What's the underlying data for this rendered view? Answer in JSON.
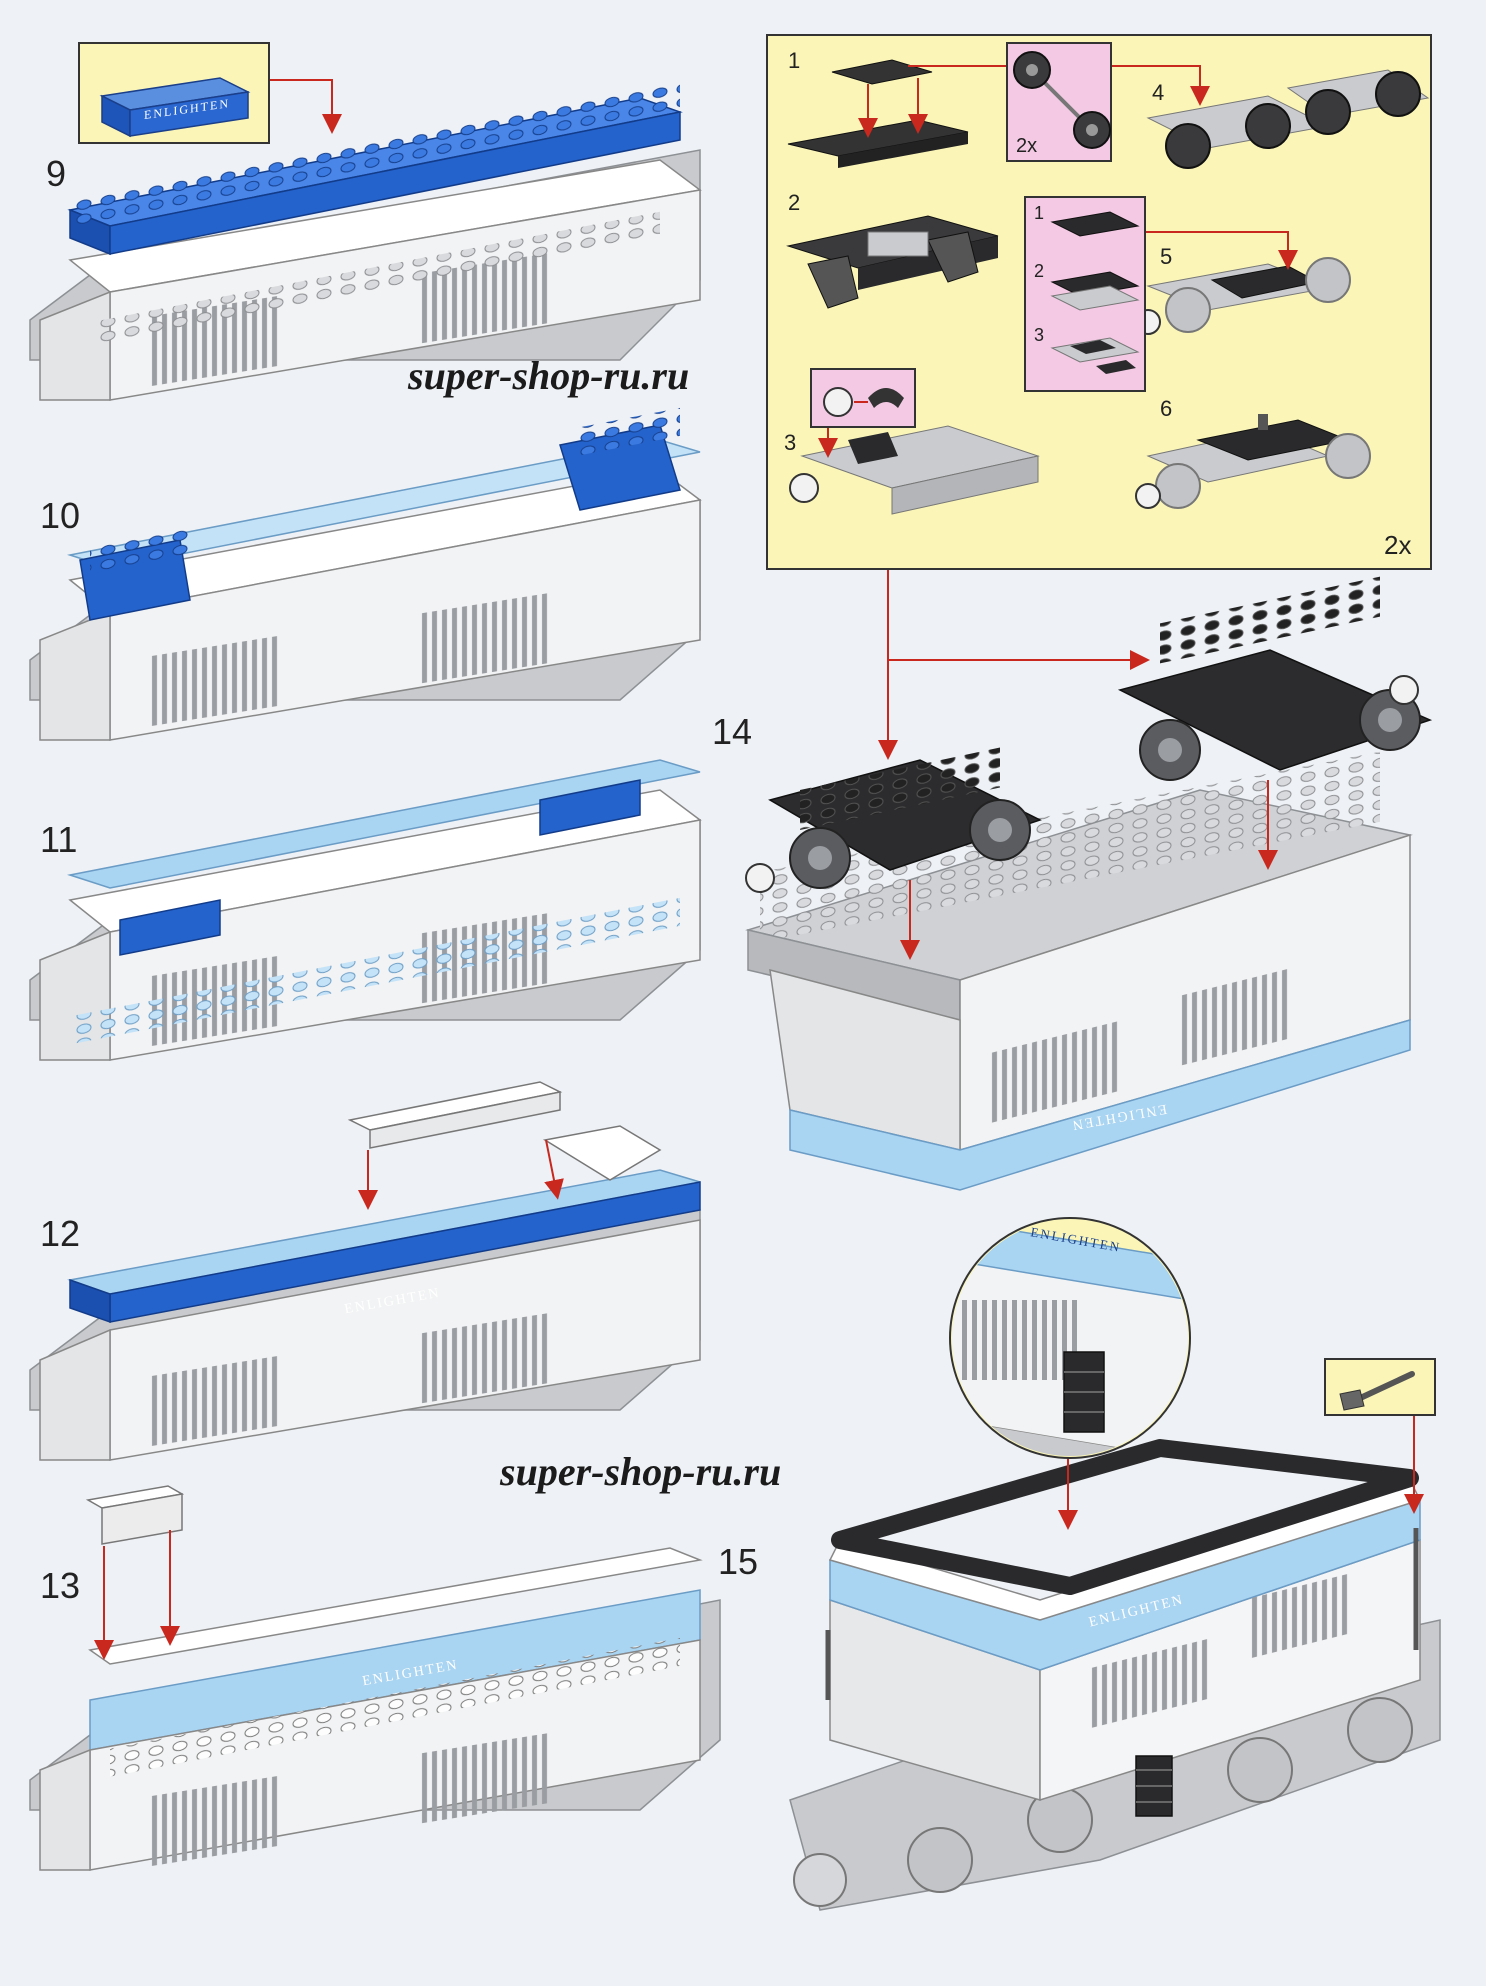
{
  "page": {
    "background": "#eef1f5"
  },
  "colors": {
    "blue": "#1f5fc9",
    "light_blue": "#a9d4f2",
    "white_brick": "#ffffff",
    "grey_brick": "#c8cacd",
    "dark_brick": "#3a3a3c",
    "callout_yellow": "#fbf6b8",
    "callout_pink": "#f4c9e4",
    "arrow_red": "#c8281e"
  },
  "watermarks": [
    {
      "text": "super-shop-ru.ru"
    },
    {
      "text": "super-shop-ru.ru"
    }
  ],
  "brand_label": "ENLIGHTEN",
  "steps": {
    "s9": "9",
    "s10": "10",
    "s11": "11",
    "s12": "12",
    "s13": "13",
    "s14": "14",
    "s15": "15"
  },
  "bogie_box": {
    "sub1": "1",
    "sub2": "2",
    "sub3": "3",
    "sub4": "4",
    "sub5": "5",
    "sub6": "6",
    "wheel_multiplier": "2x",
    "box_multiplier": "2x",
    "pink_sub1": "1",
    "pink_sub2": "2",
    "pink_sub3": "3"
  },
  "icons": {
    "wheelset": "wheelset-icon",
    "coupler": "coupler-icon",
    "ladder": "ladder-icon",
    "handle": "handle-icon",
    "enlighten_brick": "enlighten-brick-icon"
  }
}
